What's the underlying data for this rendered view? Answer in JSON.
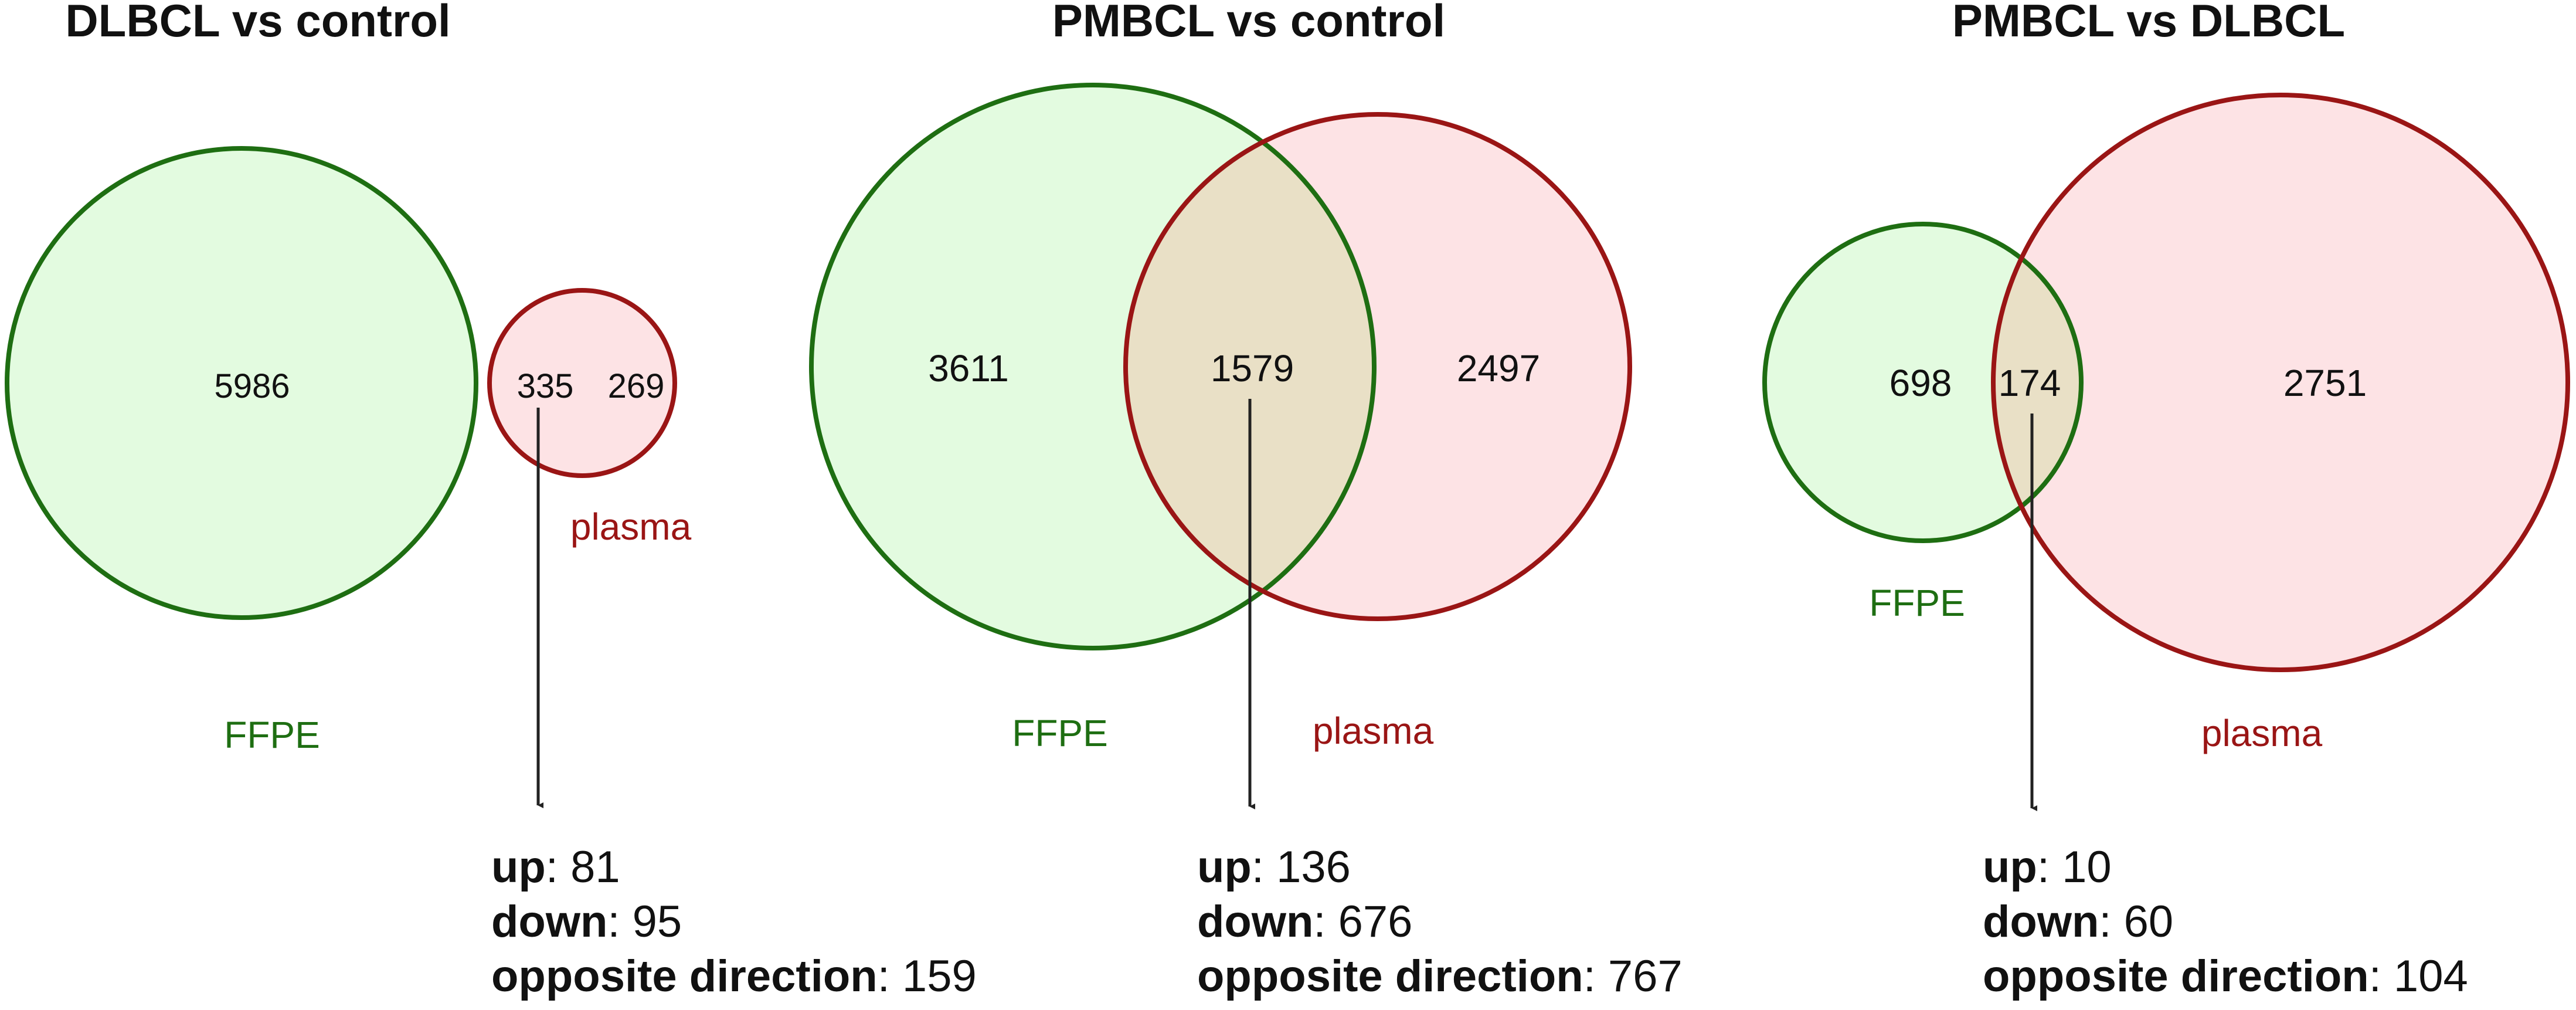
{
  "colors": {
    "ffpe_stroke": "#1e6e12",
    "ffpe_fill": "#e3fbe0",
    "plasma_stroke": "#9a1515",
    "plasma_fill": "#fde3e5",
    "overlap_fill": "#e9e0c6",
    "arrow": "#222222"
  },
  "panels": [
    {
      "title": "DLBCL vs control",
      "ffpe_label": "FFPE",
      "plasma_label": "plasma",
      "ffpe_only": "5986",
      "overlap": "335",
      "plasma_only": "269",
      "stats": [
        {
          "key": "up",
          "value": ": 81"
        },
        {
          "key": "down",
          "value": ": 95"
        },
        {
          "key": "opposite direction",
          "value": ": 159"
        }
      ]
    },
    {
      "title": "PMBCL vs control",
      "ffpe_label": "FFPE",
      "plasma_label": "plasma",
      "ffpe_only": "3611",
      "overlap": "1579",
      "plasma_only": "2497",
      "stats": [
        {
          "key": "up",
          "value": ": 136"
        },
        {
          "key": "down",
          "value": ": 676"
        },
        {
          "key": "opposite direction",
          "value": ": 767"
        }
      ]
    },
    {
      "title": "PMBCL vs DLBCL",
      "ffpe_label": "FFPE",
      "plasma_label": "plasma",
      "ffpe_only": "698",
      "overlap": "174",
      "plasma_only": "2751",
      "stats": [
        {
          "key": "up",
          "value": ": 10"
        },
        {
          "key": "down",
          "value": ": 60"
        },
        {
          "key": "opposite direction",
          "value": ": 104"
        }
      ]
    }
  ]
}
